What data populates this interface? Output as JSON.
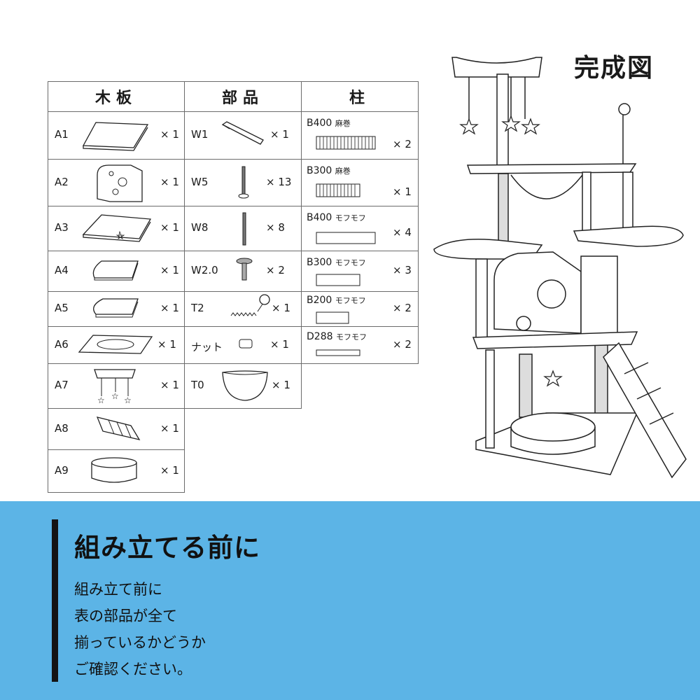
{
  "table": {
    "headers": [
      "木板",
      "部品",
      "柱"
    ],
    "boards": [
      {
        "code": "A1",
        "qty": "× 1"
      },
      {
        "code": "A2",
        "qty": "× 1"
      },
      {
        "code": "A3",
        "qty": "× 1"
      },
      {
        "code": "A4",
        "qty": "× 1"
      },
      {
        "code": "A5",
        "qty": "× 1"
      },
      {
        "code": "A6",
        "qty": "× 1"
      },
      {
        "code": "A7",
        "qty": "× 1"
      },
      {
        "code": "A8",
        "qty": "× 1"
      },
      {
        "code": "A9",
        "qty": "× 1"
      }
    ],
    "parts": [
      {
        "code": "W1",
        "qty": "× 1"
      },
      {
        "code": "W5",
        "qty": "× 13"
      },
      {
        "code": "W8",
        "qty": "× 8"
      },
      {
        "code": "W2.0",
        "qty": "× 2"
      },
      {
        "code": "T2",
        "qty": "× 1"
      },
      {
        "code": "ナット",
        "qty": "× 1"
      },
      {
        "code": "T0",
        "qty": "× 1"
      }
    ],
    "posts": [
      {
        "code": "B400",
        "note": "麻巻",
        "qty": "× 2"
      },
      {
        "code": "B300",
        "note": "麻巻",
        "qty": "× 1"
      },
      {
        "code": "B400",
        "note": "モフモフ",
        "qty": "× 4"
      },
      {
        "code": "B300",
        "note": "モフモフ",
        "qty": "× 3"
      },
      {
        "code": "B200",
        "note": "モフモフ",
        "qty": "× 2"
      },
      {
        "code": "D288",
        "note": "モフモフ",
        "qty": "× 2"
      }
    ]
  },
  "completed_title": "完成図",
  "notice": {
    "heading": "組み立てる前に",
    "lines": [
      "組み立て前に",
      "表の部品が全て",
      "揃っているかどうか",
      "ご確認ください。"
    ]
  },
  "colors": {
    "accent_blue": "#5cb4e6",
    "bar": "#141414",
    "line": "#6b6b6b"
  }
}
